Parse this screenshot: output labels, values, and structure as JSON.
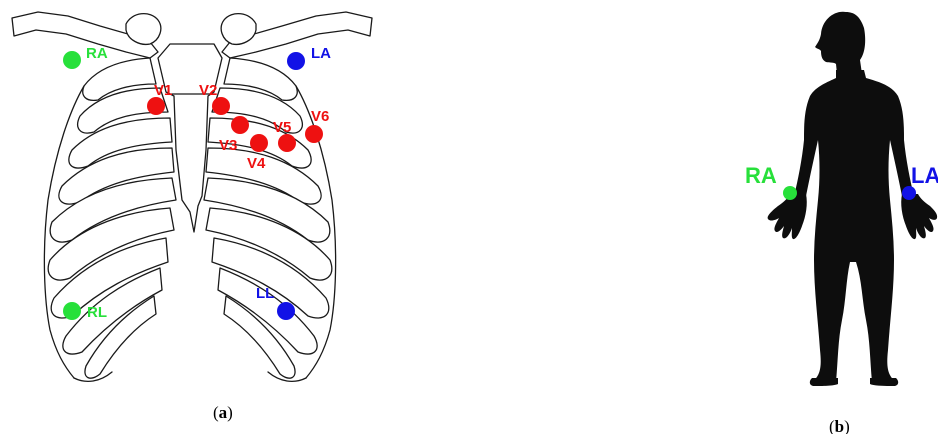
{
  "colors": {
    "green": "#27e03a",
    "blue": "#1212e6",
    "red": "#ee1111",
    "silhouette": "#0d0d0d",
    "bone_outline": "#1a1a1a"
  },
  "panel_a": {
    "caption_letter": "a",
    "electrodes": [
      {
        "label": "RA",
        "color": "green"
      },
      {
        "label": "LA",
        "color": "blue"
      },
      {
        "label": "RL",
        "color": "green"
      },
      {
        "label": "LL",
        "color": "blue"
      },
      {
        "label": "V1",
        "color": "red"
      },
      {
        "label": "V2",
        "color": "red"
      },
      {
        "label": "V3",
        "color": "red"
      },
      {
        "label": "V4",
        "color": "red"
      },
      {
        "label": "V5",
        "color": "red"
      },
      {
        "label": "V6",
        "color": "red"
      }
    ]
  },
  "panel_b": {
    "caption_letter": "b",
    "electrodes": [
      {
        "label": "RA",
        "color": "green"
      },
      {
        "label": "LA",
        "color": "blue"
      }
    ]
  }
}
